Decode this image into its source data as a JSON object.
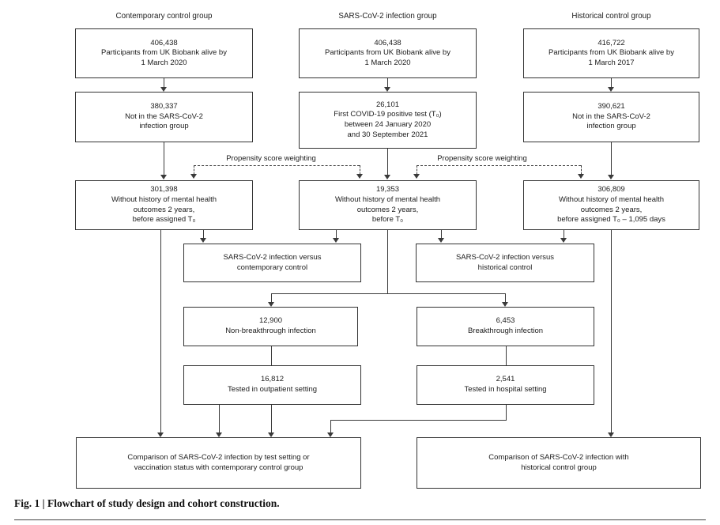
{
  "figure": {
    "caption": "Fig. 1 | Flowchart of study design and cohort construction."
  },
  "column_headers": {
    "contemporary": "Contemporary control group",
    "infection": "SARS-CoV-2 infection group",
    "historical": "Historical control group"
  },
  "labels": {
    "propensity_left": "Propensity score weighting",
    "propensity_right": "Propensity score weighting"
  },
  "boxes": {
    "contemporary_alive": {
      "lines": [
        "406,438",
        "Participants from UK Biobank alive by",
        "1 March 2020"
      ]
    },
    "infection_alive": {
      "lines": [
        "406,438",
        "Participants from UK Biobank alive by",
        "1 March 2020"
      ]
    },
    "historical_alive": {
      "lines": [
        "416,722",
        "Participants from UK Biobank alive by",
        "1 March 2017"
      ]
    },
    "contemporary_not_in": {
      "lines": [
        "380,337",
        "Not in the SARS-CoV-2",
        "infection group"
      ]
    },
    "infection_first_test": {
      "lines": [
        "26,101",
        "First COVID-19 positive test (T₀)",
        "between 24 January 2020",
        "and 30 September 2021"
      ]
    },
    "historical_not_in": {
      "lines": [
        "390,621",
        "Not in the SARS-CoV-2",
        "infection group"
      ]
    },
    "contemporary_no_history": {
      "lines": [
        "301,398",
        "Without history of mental health",
        "outcomes 2 years,",
        "before assigned T₀"
      ]
    },
    "infection_no_history": {
      "lines": [
        "19,353",
        "Without history of mental health",
        "outcomes 2 years,",
        "before T₀"
      ]
    },
    "historical_no_history": {
      "lines": [
        "306,809",
        "Without history of mental health",
        "outcomes 2 years,",
        "before assigned T₀ – 1,095 days"
      ]
    },
    "versus_contemporary": {
      "lines": [
        "SARS-CoV-2 infection versus",
        "contemporary control"
      ]
    },
    "versus_historical": {
      "lines": [
        "SARS-CoV-2 infection versus",
        "historical control"
      ]
    },
    "non_breakthrough": {
      "lines": [
        "12,900",
        "Non-breakthrough infection"
      ]
    },
    "breakthrough": {
      "lines": [
        "6,453",
        "Breakthrough infection"
      ]
    },
    "outpatient": {
      "lines": [
        "16,812",
        "Tested in outpatient setting"
      ]
    },
    "hospital": {
      "lines": [
        "2,541",
        "Tested in hospital setting"
      ]
    },
    "comparison_contemporary": {
      "lines": [
        "Comparison of SARS-CoV-2 infection by test setting or",
        "vaccination status with contemporary control group"
      ]
    },
    "comparison_historical": {
      "lines": [
        "Comparison of SARS-CoV-2 infection with",
        "historical control group"
      ]
    }
  },
  "colors": {
    "box_border": "#333333",
    "connector": "#3a3a3a",
    "text": "#1c1c1c",
    "background": "#ffffff"
  }
}
